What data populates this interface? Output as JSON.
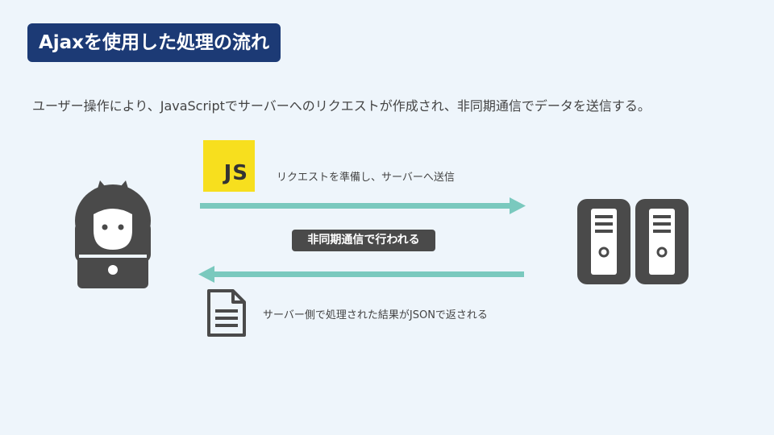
{
  "title": "Ajaxを使用した処理の流れ",
  "intro": "ユーザー操作により、JavaScriptでサーバーへのリクエストが作成され、非同期通信でデータを送信する。",
  "js_badge_text": "JS",
  "request_caption": "リクエストを準備し、サーバーへ送信",
  "async_label": "非同期通信で行われる",
  "response_caption": "サーバー側で処理された結果がJSONで返される",
  "colors": {
    "title_bg": "#1c3a75",
    "arrow": "#7ac9be",
    "icon": "#4a4a4a",
    "js_yellow": "#f7df1e",
    "background": "#eef5fb"
  },
  "icons": [
    "user-laptop-icon",
    "server-icon",
    "js-logo-icon",
    "document-icon"
  ]
}
